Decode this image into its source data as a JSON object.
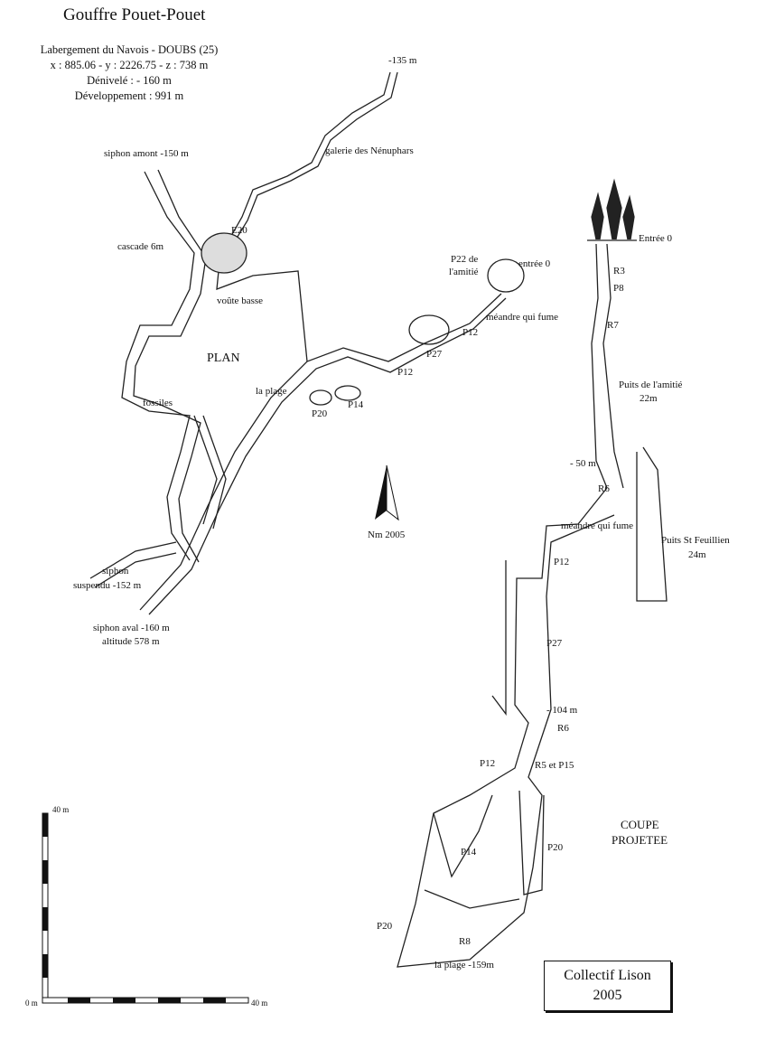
{
  "header": {
    "title": "Gouffre Pouet-Pouet",
    "location": "Labergement du Navois - DOUBS (25)",
    "coords": "x : 885.06   -   y : 2226.75   -   z :  738 m",
    "denivele": "Dénivelé :  - 160 m",
    "developpement": "Développement :  991 m"
  },
  "plan": {
    "title": "PLAN",
    "north": "Nm 2005",
    "labels": [
      "-135 m",
      "galerie des Nénuphars",
      "siphon amont -150 m",
      "E20",
      "cascade 6m",
      "voûte basse",
      "fossiles",
      "la plage",
      "P20",
      "P14",
      "P12",
      "P27",
      "P12",
      "méandre qui fume",
      "P22 de",
      "l'amitié",
      "entrée 0",
      "siphon",
      "suspendu -152 m",
      "siphon aval -160 m",
      "altitude 578 m"
    ]
  },
  "section": {
    "title1": "COUPE",
    "title2": "PROJETEE",
    "labels": [
      "Entrée 0",
      "R3",
      "P8",
      "R7",
      "Puits de l'amitié",
      "22m",
      "- 50 m",
      "R6",
      "méandre qui fume",
      "Puits St Feuillien",
      "24m",
      "P12",
      "P27",
      "- 104 m",
      "R6",
      "P12",
      "R5 et P15",
      "P14",
      "P20",
      "P20",
      "R8",
      "la plage -159m"
    ]
  },
  "scale": {
    "top": "40 m",
    "origin": "0 m",
    "right": "40 m"
  },
  "credit": {
    "line1": "Collectif Lison",
    "line2": "2005"
  }
}
